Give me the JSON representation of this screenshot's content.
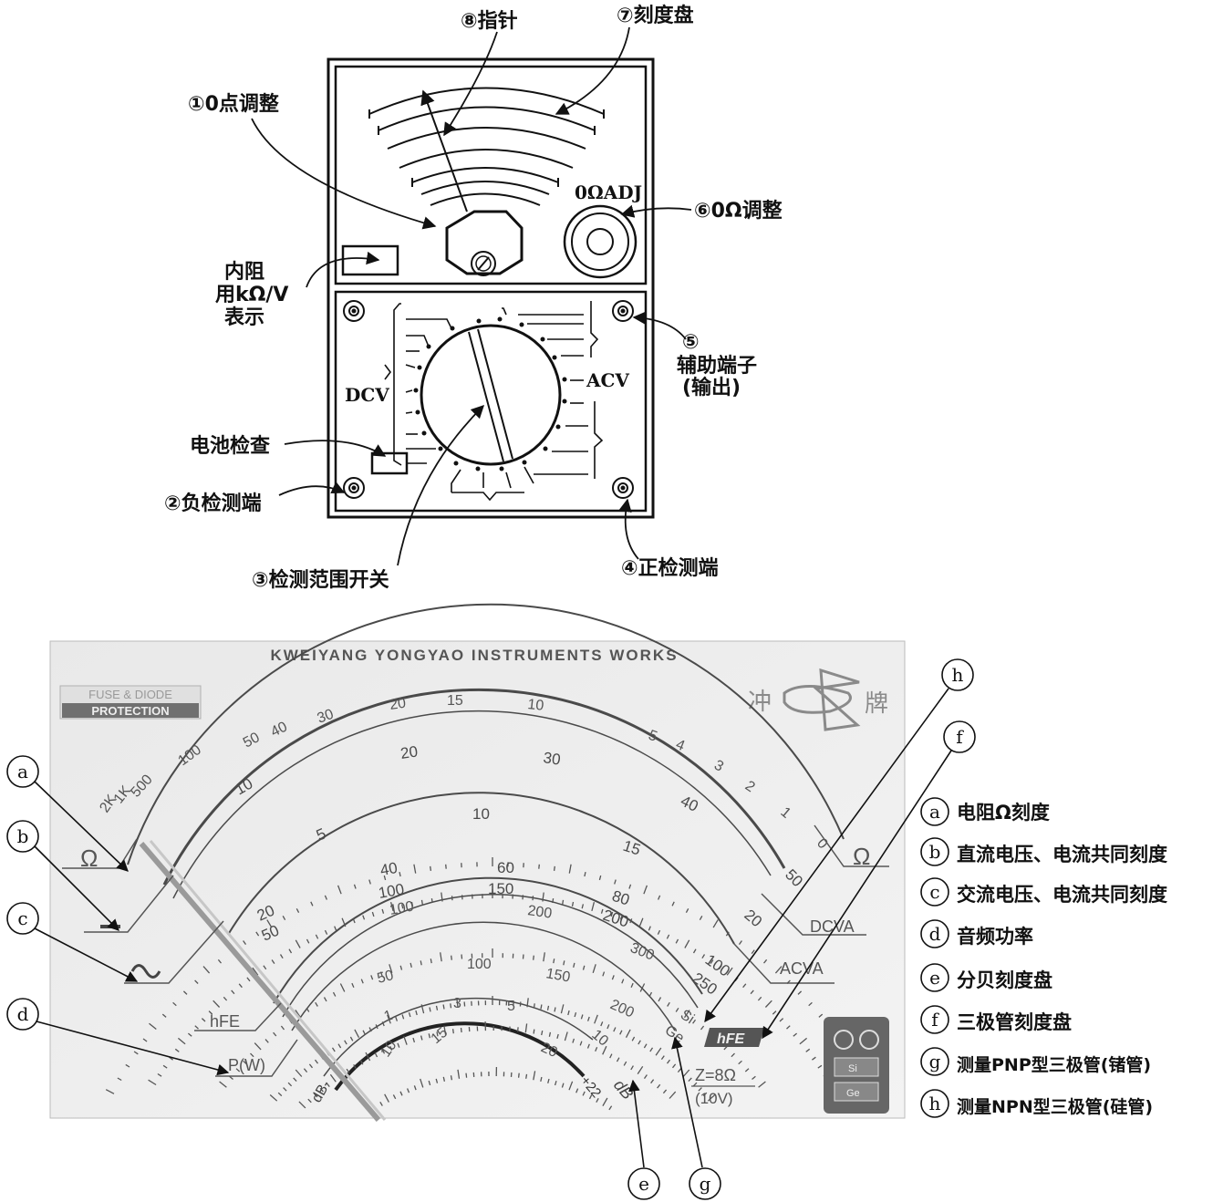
{
  "top": {
    "labels": {
      "pointer": "⑧指针",
      "dial": "⑦刻度盘",
      "zero_adjust": "①0点调整",
      "ohm_adj_text": "0ΩADJ",
      "ohm_adjust": "⑥0Ω调整",
      "internal_resistance": [
        "内阻",
        "用kΩ/V",
        "表示"
      ],
      "aux_terminal": [
        "⑤",
        "辅助端子",
        "(输出)"
      ],
      "dcv": "DCV",
      "acv": "ACV",
      "battery_check": "电池检查",
      "negative_terminal": "②负检测端",
      "range_switch": "③检测范围开关",
      "positive_terminal": "④正检测端"
    }
  },
  "bottom": {
    "maker": "KWEIYANG YONGYAO INSTRUMENTS WORKS",
    "fuse_text": "FUSE & DIODE",
    "protection_text": "PROTECTION",
    "brand": [
      "冲",
      "牌"
    ],
    "scale_labels": {
      "ohm_left": "Ω",
      "ohm_right": "Ω",
      "dc": "DCVA",
      "ac": "ACVA",
      "hfe": "hFE",
      "hfe_badge": "hFE",
      "pw": "P(W)",
      "db": "dB",
      "db_low": "dB-",
      "db_end": "+22",
      "ohm_scale": [
        "2K",
        "1K",
        "500",
        "100",
        "50",
        "40",
        "30",
        "20",
        "15",
        "10",
        "5",
        "4",
        "3",
        "2",
        "1",
        "0"
      ],
      "dc_scale": [
        "10",
        "5",
        "20",
        "30",
        "40",
        "50",
        "10",
        "15",
        "20"
      ],
      "ac_scale": [
        "20",
        "40",
        "60",
        "80",
        "100",
        "50",
        "100",
        "150",
        "200",
        "250"
      ],
      "hfe_scale": [
        "100",
        "200",
        "300"
      ],
      "pw_scale": [
        "50",
        "100",
        "150",
        "200",
        "Si",
        "Ge"
      ],
      "db_scale": [
        "1",
        "3",
        "5",
        "10",
        "15",
        "20"
      ],
      "impedance": [
        "Z=8Ω",
        "(10V)"
      ],
      "si_ge": [
        "Si",
        "Ge"
      ]
    },
    "callouts": [
      "a",
      "b",
      "c",
      "d",
      "e",
      "f",
      "g",
      "h"
    ],
    "legend": [
      {
        "key": "a",
        "text": "电阻Ω刻度"
      },
      {
        "key": "b",
        "text": "直流电压、电流共同刻度"
      },
      {
        "key": "c",
        "text": "交流电压、电流共同刻度"
      },
      {
        "key": "d",
        "text": "音频功率"
      },
      {
        "key": "e",
        "text": "分贝刻度盘"
      },
      {
        "key": "f",
        "text": "三极管刻度盘"
      },
      {
        "key": "g",
        "text": "测量PNP型三极管(锗管)"
      },
      {
        "key": "h",
        "text": "测量NPN型三极管(硅管)"
      }
    ]
  }
}
